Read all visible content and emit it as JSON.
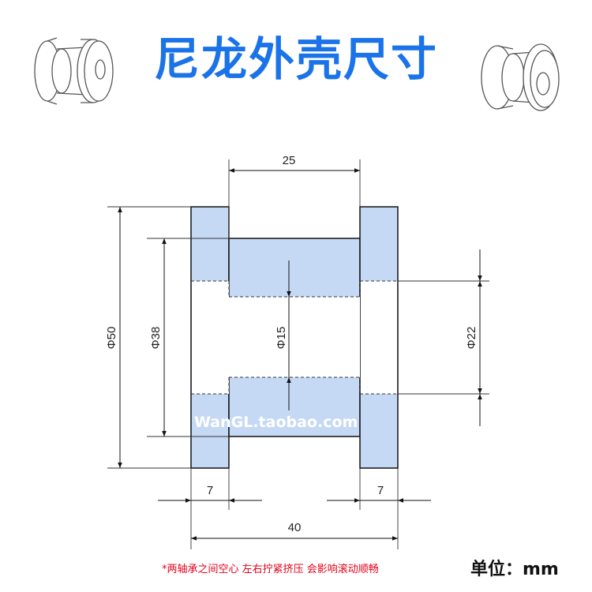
{
  "title": "尼龙外壳尺寸",
  "unit_label": "单位：mm",
  "note": "*两轴承之间空心 左右拧紧挤压 会影响滚动顺畅",
  "watermark": "WanGL.taobao.com",
  "dimensions": {
    "top_width": "25",
    "outer_diameter": "Φ50",
    "mid_diameter": "Φ38",
    "bore_diameter": "Φ15",
    "flange_bore_diameter": "Φ22",
    "left_flange_width": "7",
    "right_flange_width": "7",
    "total_width": "40"
  },
  "colors": {
    "title": "#1a73e8",
    "part_fill": "#c5d9f5",
    "note": "#e0001b"
  },
  "icons": [
    "spool-left-illustration",
    "spool-right-illustration"
  ]
}
